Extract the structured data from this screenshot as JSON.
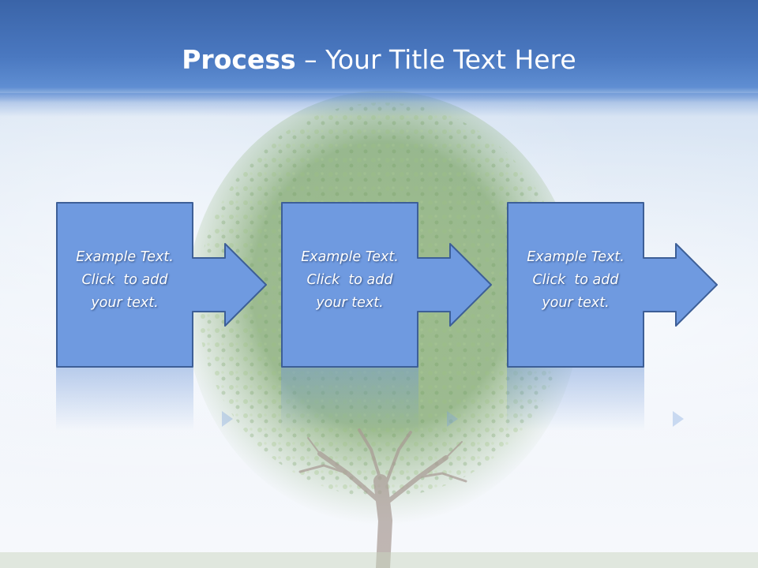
{
  "slide": {
    "title_strong": "Process",
    "title_rest": " – Your Title Text Here"
  },
  "steps": [
    {
      "line1": "Example Text.",
      "line2": "Click  to add",
      "line3": "your text."
    },
    {
      "line1": "Example Text.",
      "line2": "Click  to add",
      "line3": "your text."
    },
    {
      "line1": "Example Text.",
      "line2": "Click  to add",
      "line3": "your text."
    }
  ],
  "colors": {
    "title_band": "#4a78c0",
    "step_fill": "#6f9ae0",
    "step_stroke": "#3d5f97",
    "text": "#ffffff"
  }
}
